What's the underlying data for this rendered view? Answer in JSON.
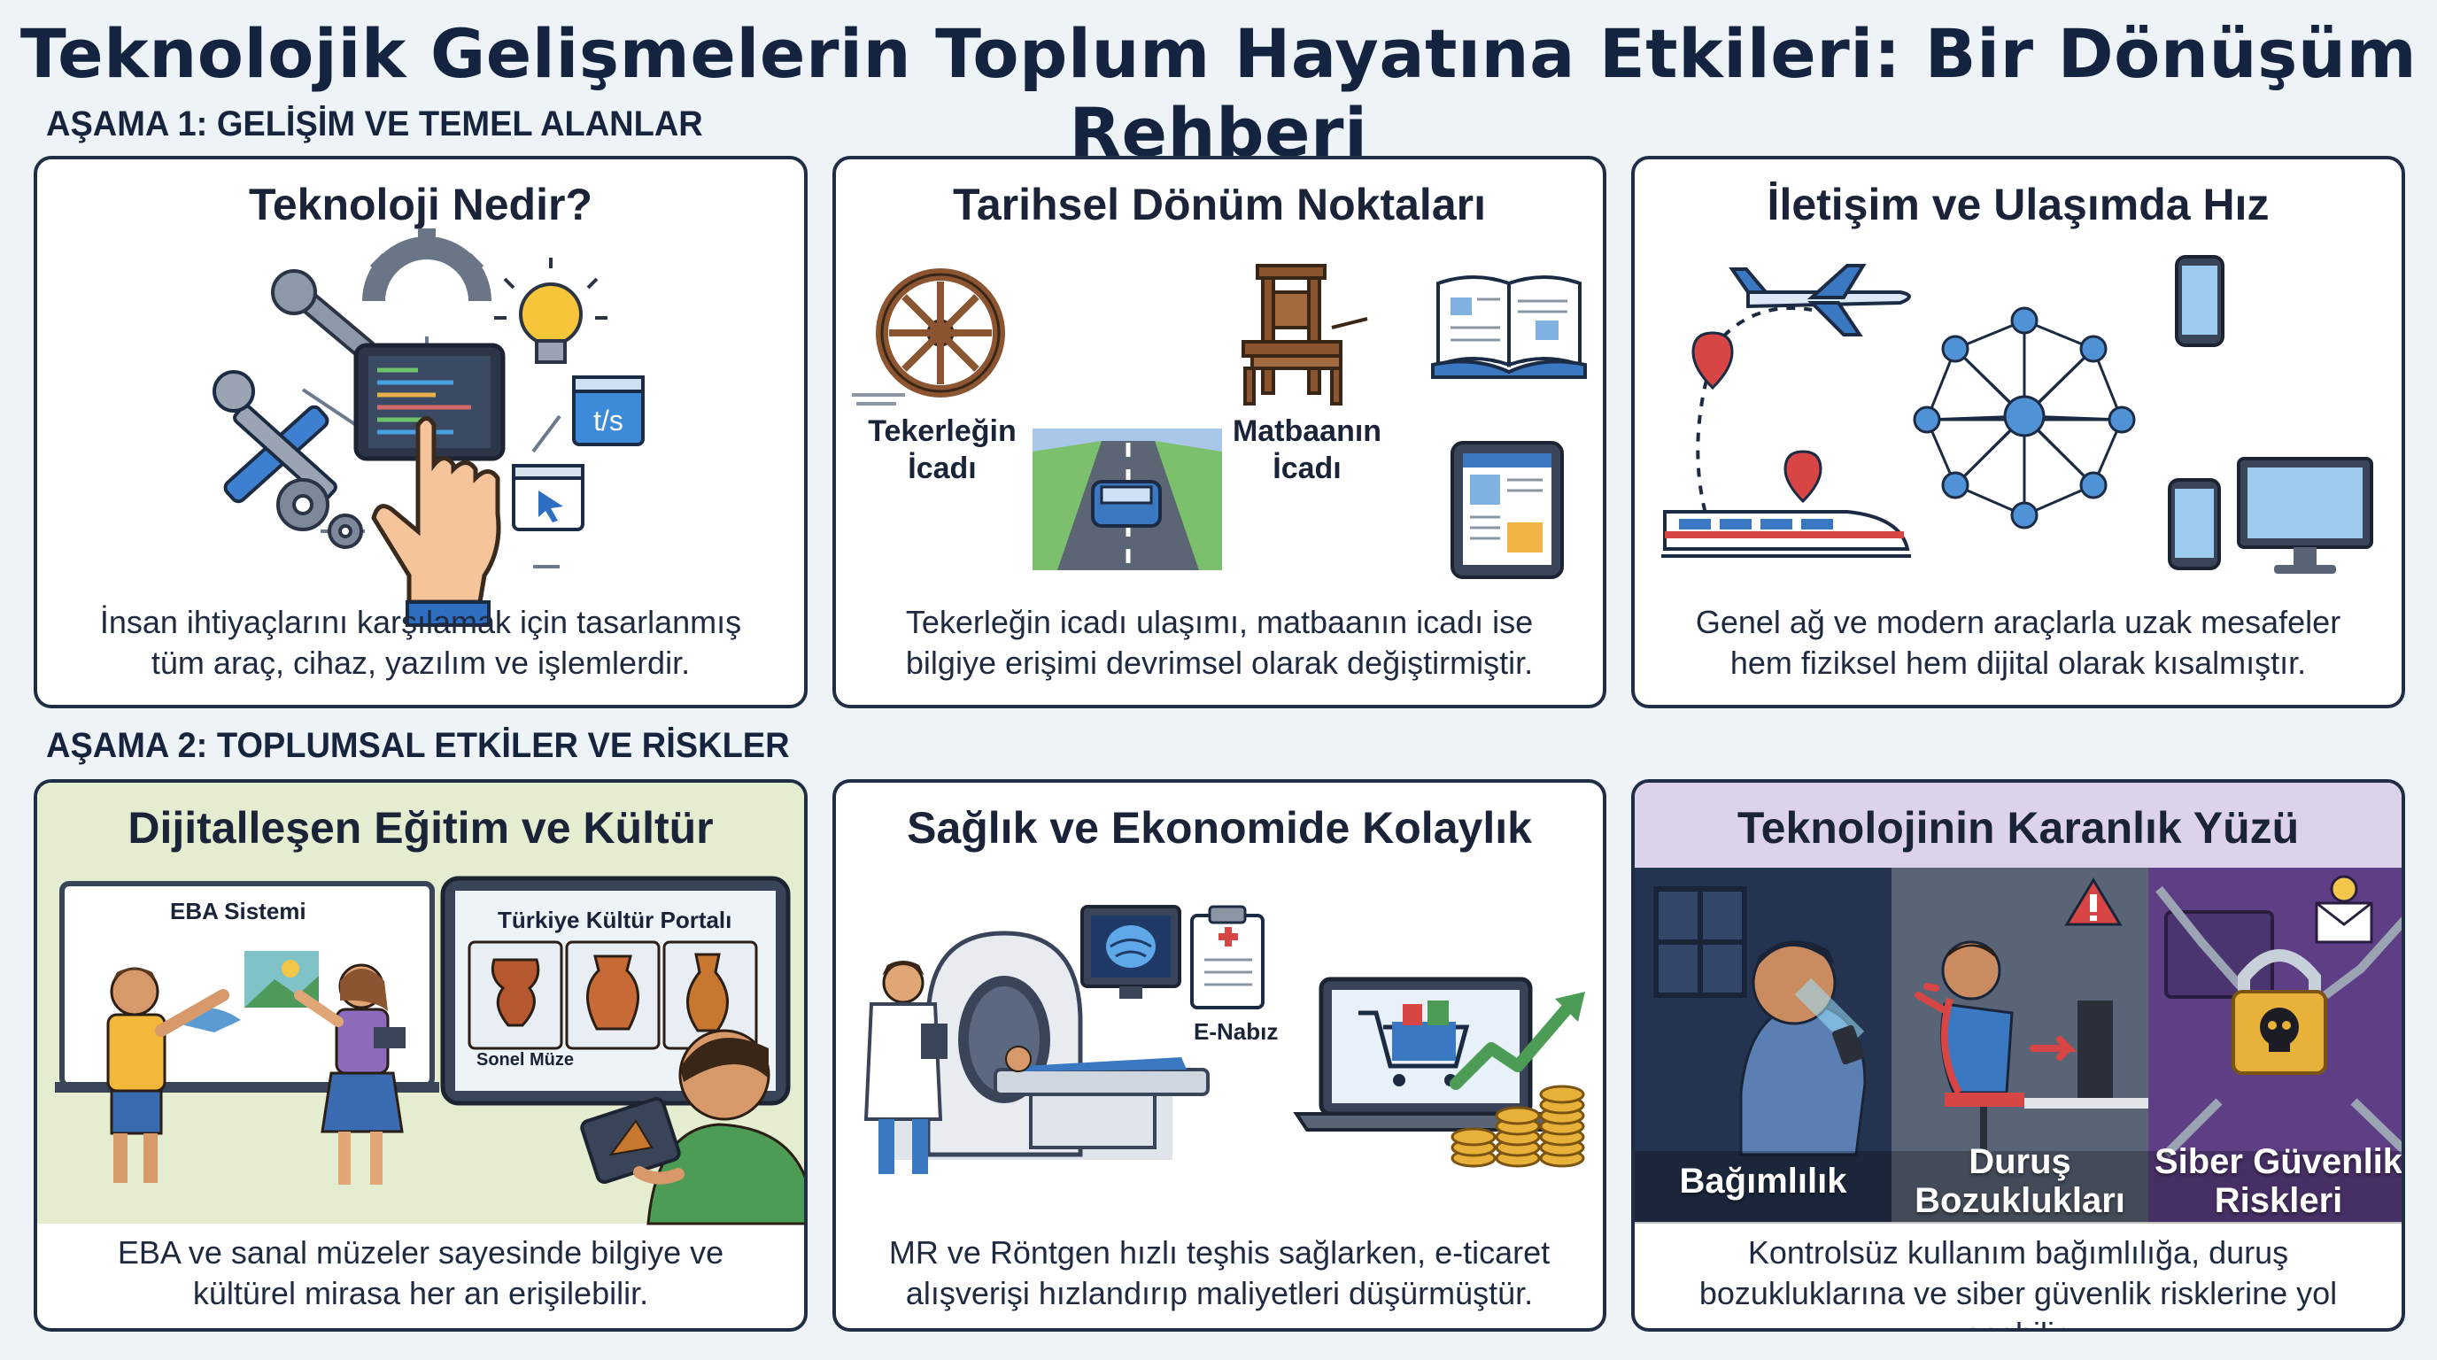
{
  "title": "Teknolojik Gelişmelerin Toplum Hayatına Etkileri: Bir Dönüşüm Rehberi",
  "phases": [
    {
      "label": "AŞAMA 1: GELİŞİM VE TEMEL ALANLAR"
    },
    {
      "label": "AŞAMA 2: TOPLUMSAL ETKİLER VE RİSKLER"
    }
  ],
  "cards": {
    "tech": {
      "title": "Teknoloji Nedir?",
      "desc": [
        "İnsan ihtiyaçlarını karşılamak için tasarlanmış",
        "tüm araç, cihaz, yazılım ve işlemlerdir."
      ],
      "icons": [
        "wrench-screwdriver-icon",
        "gear-icon",
        "lightbulb-icon",
        "tablet-icon",
        "code-window-icon",
        "cursor-window-icon",
        "hand-pointer-icon"
      ],
      "code_badge": "t/s"
    },
    "history": {
      "title": "Tarihsel Dönüm Noktaları",
      "wheel_label": [
        "Tekerleğin",
        "İcadı"
      ],
      "press_label": [
        "Matbaanın",
        "İcadı"
      ],
      "desc": [
        "Tekerleğin icadı ulaşımı, matbaanın icadı ise",
        "bilgiye erişimi devrimsel olarak değiştirmiştir."
      ]
    },
    "comm": {
      "title": "İletişim ve Ulaşımda Hız",
      "desc": [
        "Genel ağ ve modern araçlarla uzak mesafeler",
        "hem fiziksel hem dijital olarak kısalmıştır."
      ]
    },
    "edu": {
      "title": "Dijitalleşen Eğitim ve Kültür",
      "eba_label": "EBA Sistemi",
      "portal_label": "Türkiye Kültür Portalı",
      "museum_label": "Sonel Müze",
      "desc": [
        "EBA ve sanal müzeler sayesinde bilgiye ve",
        "kültürel mirasa her an erişilebilir."
      ],
      "colors": {
        "bg": "#e4edcf"
      }
    },
    "health": {
      "title": "Sağlık ve Ekonomide Kolaylık",
      "enabiz_label": "E-Nabız",
      "desc": [
        "MR ve Röntgen hızlı teşhis sağlarken, e-ticaret",
        "alışverişi hızlandırıp maliyetleri düşürmüştür."
      ]
    },
    "dark": {
      "title": "Teknolojinin Karanlık Yüzü",
      "panels": [
        {
          "label": [
            "Bağımlılık"
          ]
        },
        {
          "label": [
            "Duruş",
            "Bozuklukları"
          ]
        },
        {
          "label": [
            "Siber Güvenlik",
            "Riskleri"
          ]
        }
      ],
      "desc": [
        "Kontrolsüz kullanım bağımlılığa, duruş",
        "bozukluklarına ve siber güvenlik risklerine yol açabilir."
      ],
      "colors": {
        "header": "#dcd3ea",
        "panel1": "#24334f",
        "panel2": "#5a6477",
        "panel3": "#5e3f86"
      }
    }
  }
}
